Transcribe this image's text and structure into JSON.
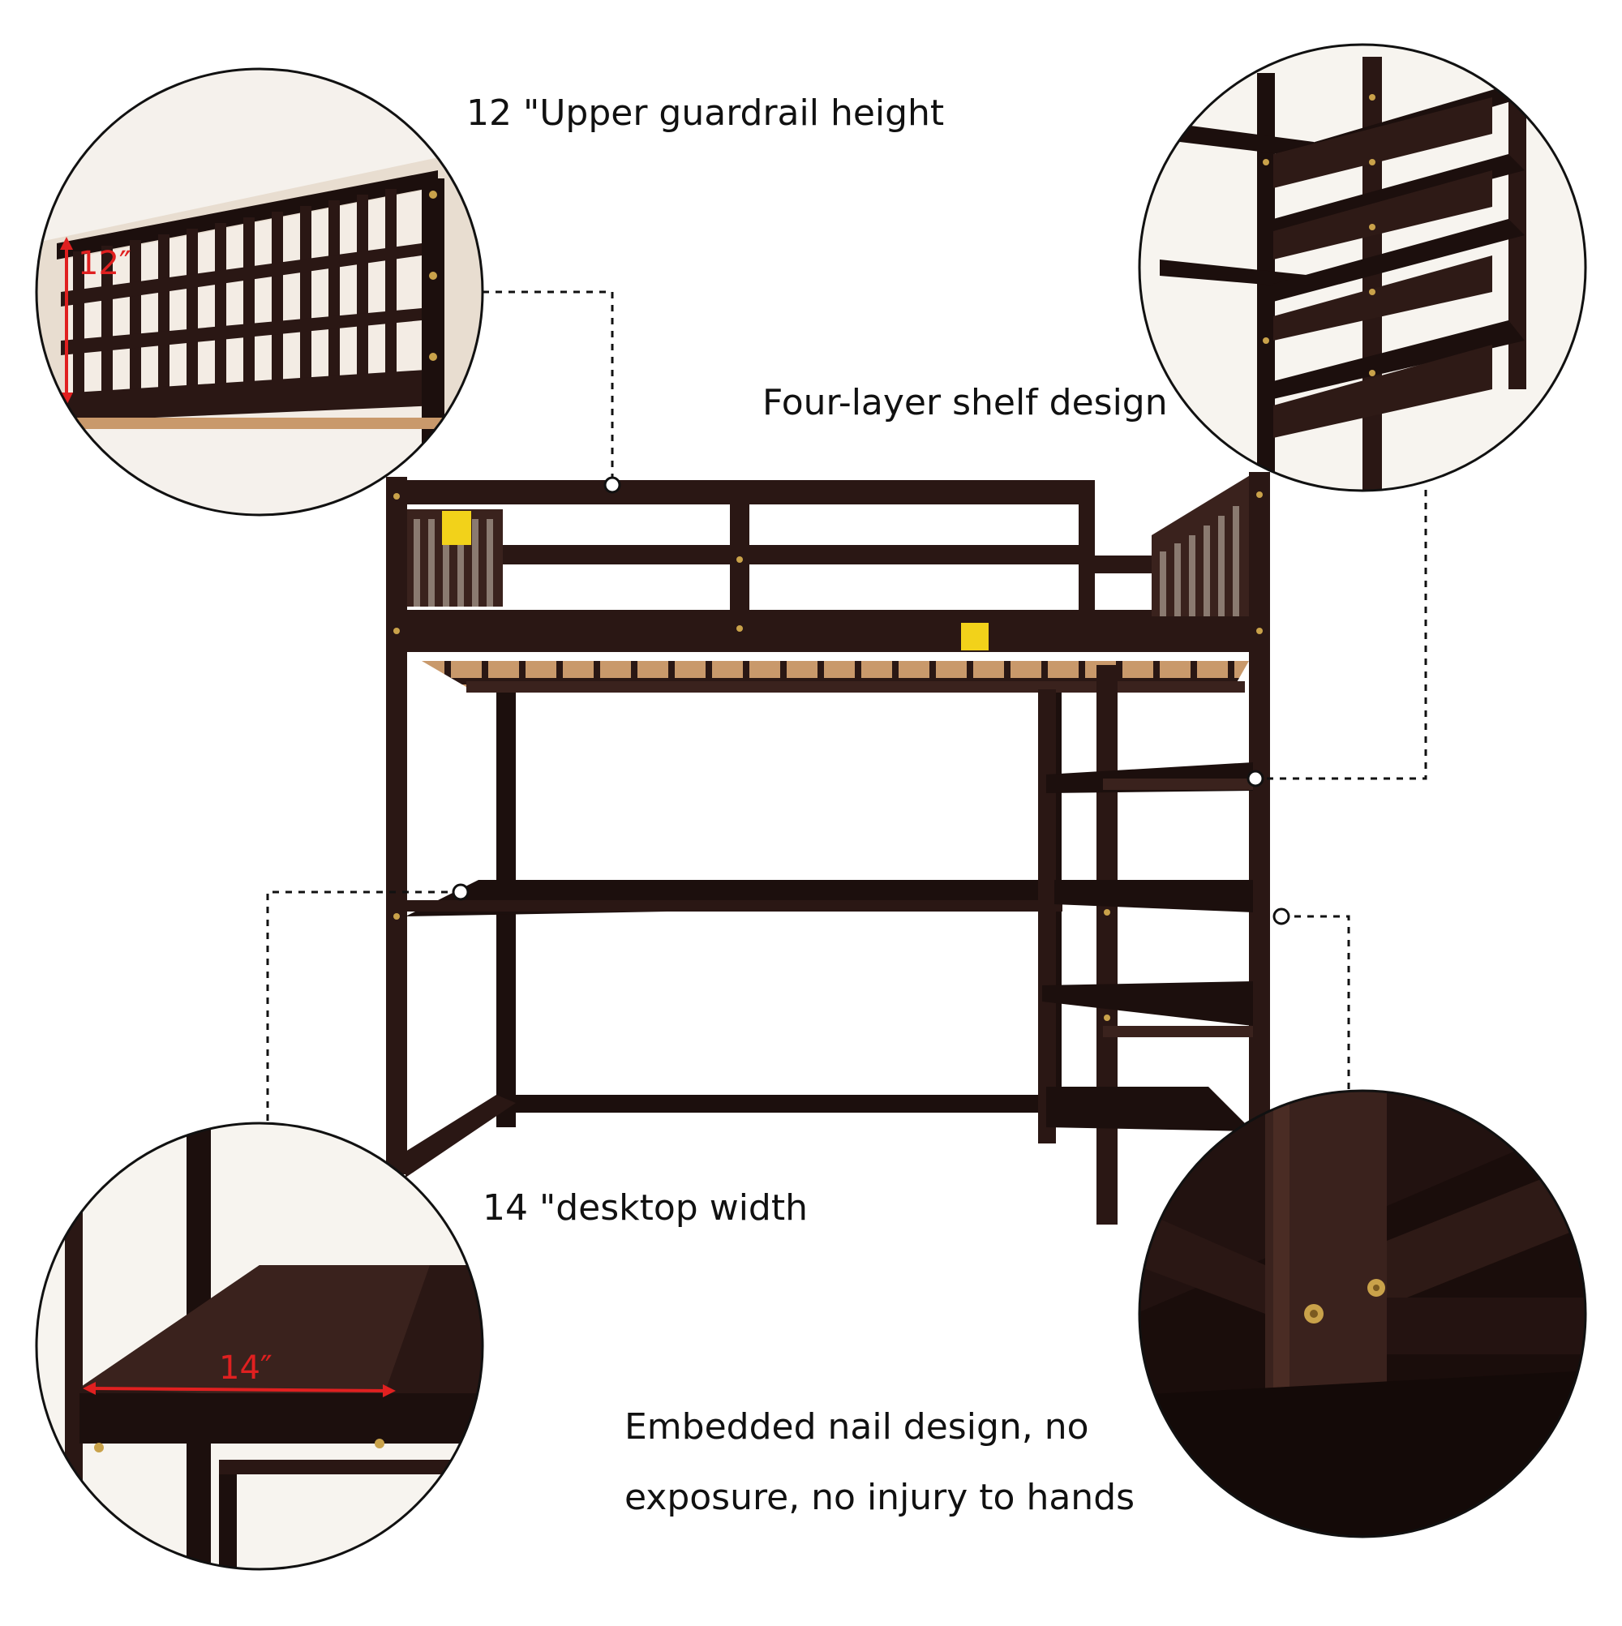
{
  "captions": {
    "guardrail": "12 \"Upper guardrail height",
    "shelf": "Four-layer shelf design",
    "desktop": "14 \"desktop width",
    "nail_line1": "Embedded nail design, no",
    "nail_line2": "exposure, no injury to hands"
  },
  "dimension_labels": {
    "guardrail_height": "12″",
    "desktop_width": "14″"
  },
  "colors": {
    "wood": "#2a1714",
    "wood_dark": "#1c0f0d",
    "wood_light": "#3a221d",
    "slat": "#c9996b",
    "measure": "#e02020",
    "hardware": "#c9a24a",
    "warning": "#f2d21a"
  }
}
